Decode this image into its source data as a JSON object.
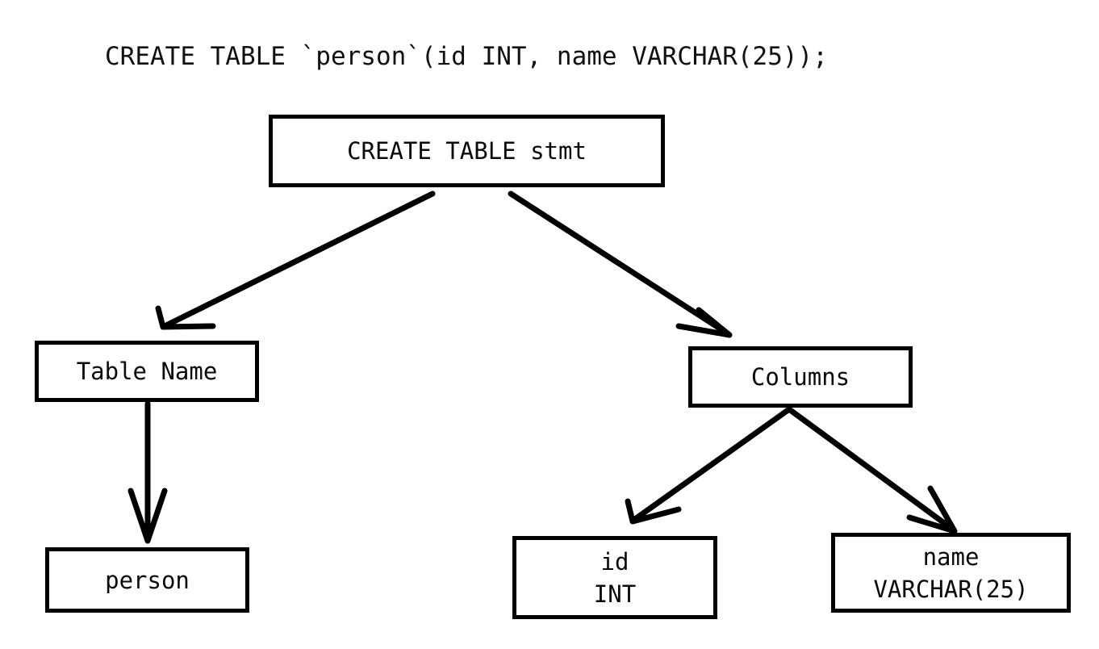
{
  "diagram": {
    "type": "parse-tree",
    "title": "CREATE TABLE `person`(id INT, name VARCHAR(25));",
    "colors": {
      "background": "#ffffff",
      "stroke": "#000000",
      "text": "#000000"
    },
    "nodes": [
      {
        "id": "root",
        "label": "CREATE TABLE stmt"
      },
      {
        "id": "tablename",
        "label": "Table Name"
      },
      {
        "id": "columns",
        "label": "Columns"
      },
      {
        "id": "person",
        "label": "person"
      },
      {
        "id": "col-id",
        "label": "id",
        "label2": "INT"
      },
      {
        "id": "col-name",
        "label": "name",
        "label2": "VARCHAR(25)"
      }
    ],
    "edges": [
      {
        "from": "root",
        "to": "tablename",
        "arrow": "open-v"
      },
      {
        "from": "root",
        "to": "columns",
        "arrow": "open-v"
      },
      {
        "from": "tablename",
        "to": "person",
        "arrow": "open-v"
      },
      {
        "from": "columns",
        "to": "col-id",
        "arrow": "open-v"
      },
      {
        "from": "columns",
        "to": "col-name",
        "arrow": "open-v"
      }
    ]
  }
}
